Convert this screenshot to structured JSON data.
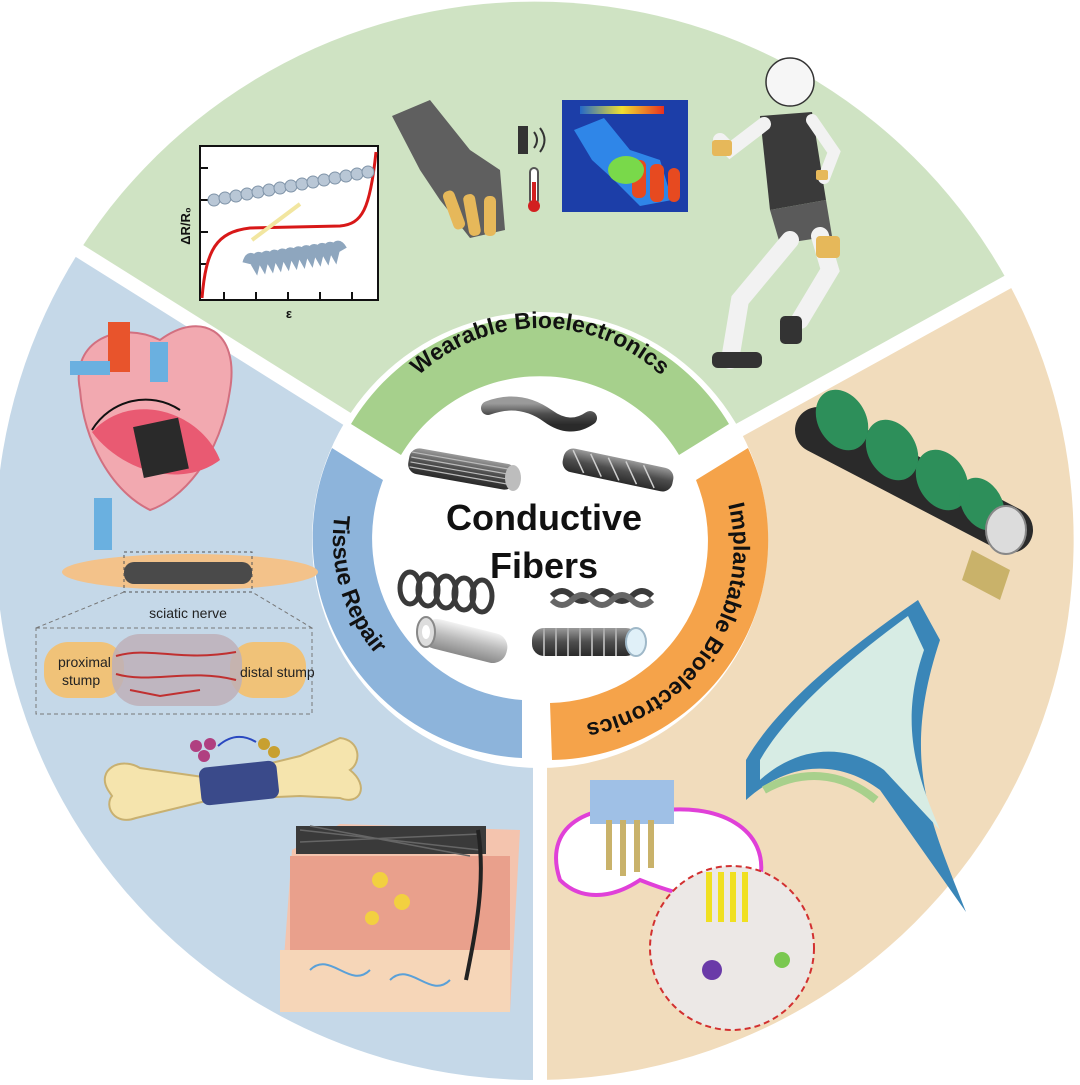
{
  "center": {
    "title_line1": "Conductive",
    "title_line2": "Fibers"
  },
  "sections": {
    "wearable": {
      "label": "Wearable Bioelectronics",
      "color": "#a6d08c",
      "bg": "#cfe3c3"
    },
    "implantable": {
      "label": "Implantable Bioelectronics",
      "color": "#f5a34a",
      "bg": "#f1dcbc"
    },
    "tissue": {
      "label": "Tissue Repair",
      "color": "#8db4db",
      "bg": "#c5d8e8"
    }
  },
  "graph": {
    "ylabel": "ΔR/R₀",
    "xlabel": "ε"
  },
  "nerve": {
    "title": "sciatic nerve",
    "left_label_line1": "proximal",
    "left_label_line2": "stump",
    "right_label": "distal stump"
  }
}
